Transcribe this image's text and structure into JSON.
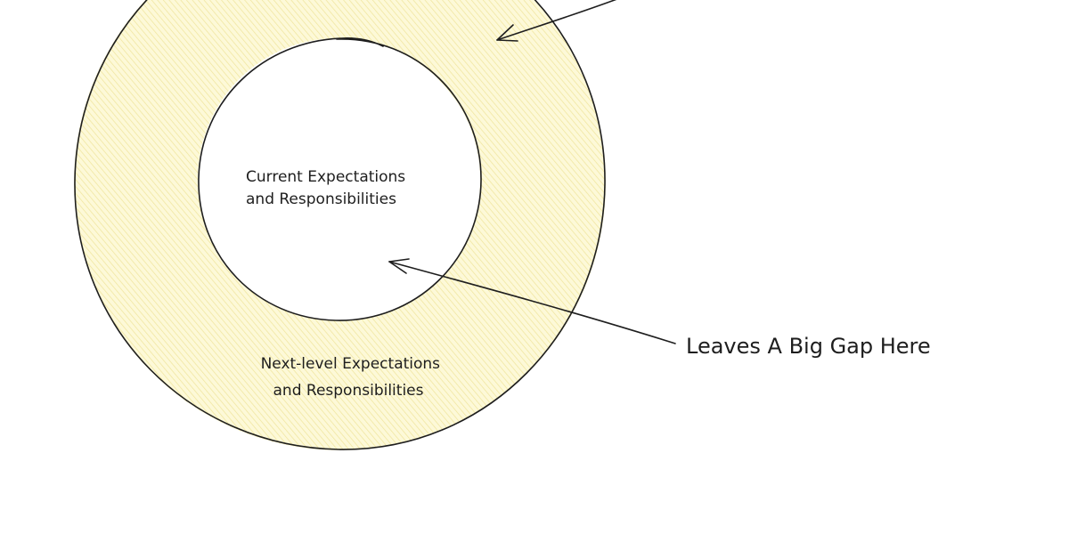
{
  "inner_label": {
    "line1": "Current Expectations",
    "line2": "and Responsibilities"
  },
  "outer_label": {
    "line1": "Next-level Expectations",
    "line2": "and Responsibilities"
  },
  "callout_label": "Leaves A Big Gap Here",
  "colors": {
    "stroke": "#1e1e1e",
    "ring_fill": "#fdf9d8",
    "hatch": "#efe49a",
    "background": "#ffffff"
  }
}
